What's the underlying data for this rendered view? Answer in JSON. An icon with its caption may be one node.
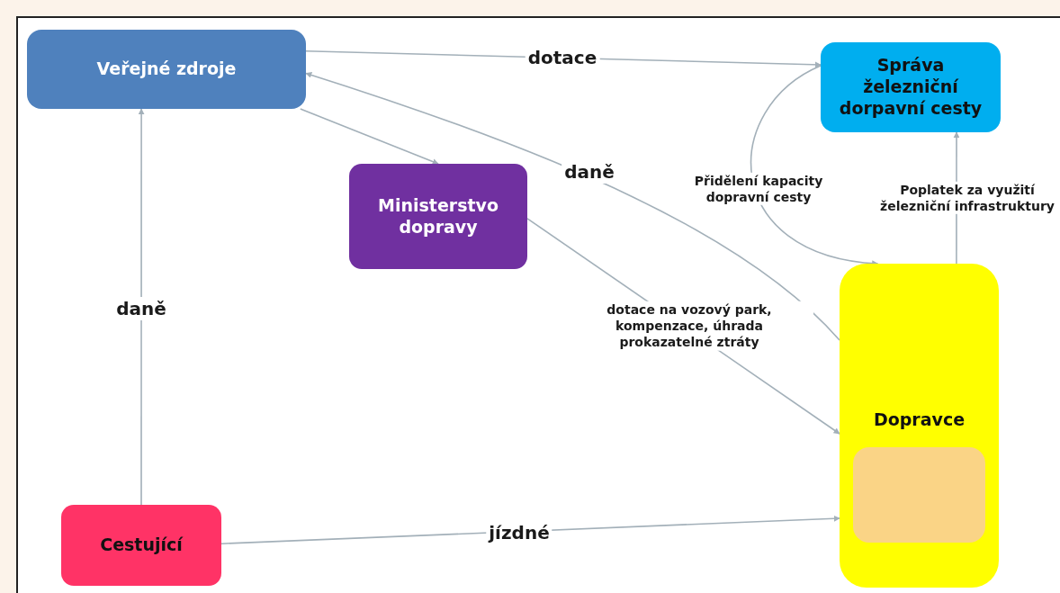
{
  "diagram": {
    "nodes": [
      {
        "text": [
          "Veřejné zdroje"
        ]
      },
      {
        "text": [
          "Správa železniční dorpavní cesty"
        ]
      },
      {
        "text": [
          "Ministerstvo dopravy"
        ]
      },
      {
        "text": [
          "Dopravce"
        ]
      },
      {
        "text": [],
        "shape": "box",
        "in": 3
      },
      {
        "text": [
          "Cestující"
        ]
      }
    ],
    "edges": [
      {
        "from": 0,
        "to": 1,
        "arrow": "to",
        "label": "dotace"
      },
      {
        "from": 3,
        "to": 0,
        "arrow": "to",
        "label": "daně"
      },
      {
        "from": 0,
        "to": 2,
        "arrow": "to"
      },
      {
        "from": 2,
        "to": 3,
        "arrow": "to",
        "label": "dotace na vozový park, kompenzace, úhrada prokazatelné ztráty"
      },
      {
        "from": 5,
        "to": 0,
        "arrow": "to",
        "label": "daně"
      },
      {
        "from": 5,
        "to": 3,
        "arrow": "to",
        "label": "jízdné"
      },
      {
        "from": 1,
        "to": 3,
        "arrow": "to",
        "label": "Přidělení kapacity dopravní cesty"
      },
      {
        "from": 3,
        "to": 1,
        "arrow": "to",
        "label": "Poplatek za využití železniční infrastruktury"
      }
    ]
  }
}
